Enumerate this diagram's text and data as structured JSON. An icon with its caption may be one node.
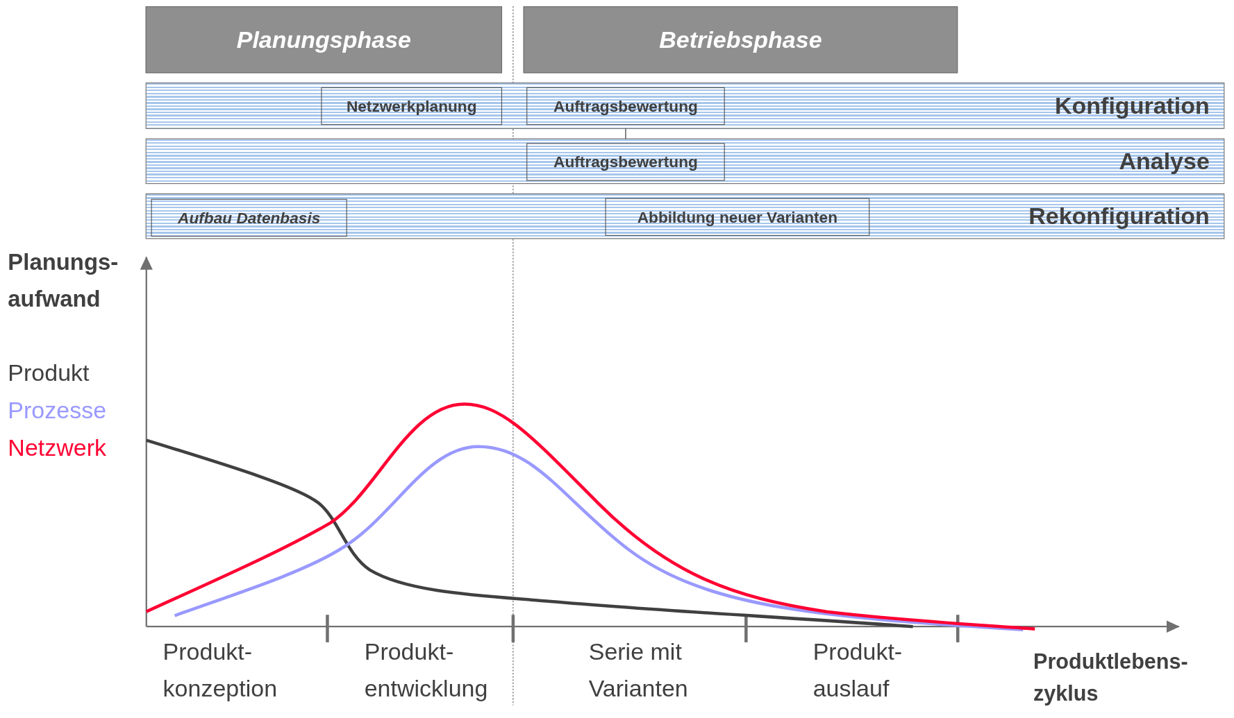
{
  "diagram": {
    "nodes": [
      {
        "text": [
          "Planungsphase"
        ]
      },
      {
        "text": [
          "Betriebsphase"
        ]
      },
      {
        "text": [
          "Konfiguration"
        ]
      },
      {
        "text": [
          "Netzwerkplanung"
        ],
        "in": 2
      },
      {
        "text": [
          "Auftragsbewertung"
        ],
        "in": 2
      },
      {
        "text": [
          "Analyse"
        ]
      },
      {
        "text": [
          "Auftragsbewertung"
        ],
        "in": 5
      },
      {
        "text": [
          "Rekonfiguration"
        ]
      },
      {
        "text": [
          "Aufbau Datenbasis"
        ],
        "in": 7
      },
      {
        "text": [
          "Abbildung neuer Varianten"
        ],
        "in": 7
      }
    ],
    "edges": [
      {
        "from": 4,
        "to": 6,
        "arrow": "none"
      }
    ],
    "labels": [
      "Planungs- aufwand",
      "Produkt- konzeption",
      "Produkt- entwicklung",
      "Serie mit Varianten",
      "Produkt- auslauf",
      "Produktlebens- zyklus"
    ],
    "legend": [
      {
        "text": "Produkt",
        "color": "#404040"
      },
      {
        "text": "Prozesse",
        "color": "#9999ff"
      },
      {
        "text": "Netzwerk",
        "color": "#ff0033"
      }
    ]
  }
}
